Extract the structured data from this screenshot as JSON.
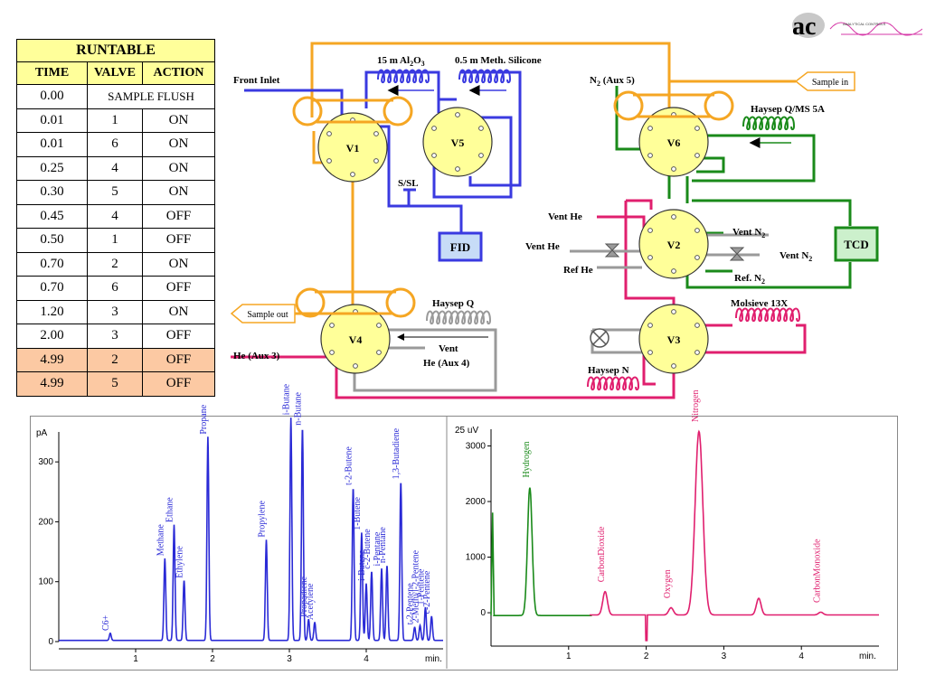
{
  "logo": {
    "text": "ac",
    "subtitle": "ANALYTICAL CONTROLS"
  },
  "runtable": {
    "title": "RUNTABLE",
    "headers": [
      "TIME",
      "VALVE",
      "ACTION"
    ],
    "rows": [
      {
        "time": "0.00",
        "span": "SAMPLE FLUSH",
        "highlight": false
      },
      {
        "time": "0.01",
        "valve": "1",
        "action": "ON",
        "highlight": false
      },
      {
        "time": "0.01",
        "valve": "6",
        "action": "ON",
        "highlight": false
      },
      {
        "time": "0.25",
        "valve": "4",
        "action": "ON",
        "highlight": false
      },
      {
        "time": "0.30",
        "valve": "5",
        "action": "ON",
        "highlight": false
      },
      {
        "time": "0.45",
        "valve": "4",
        "action": "OFF",
        "highlight": false
      },
      {
        "time": "0.50",
        "valve": "1",
        "action": "OFF",
        "highlight": false
      },
      {
        "time": "0.70",
        "valve": "2",
        "action": "ON",
        "highlight": false
      },
      {
        "time": "0.70",
        "valve": "6",
        "action": "OFF",
        "highlight": false
      },
      {
        "time": "1.20",
        "valve": "3",
        "action": "ON",
        "highlight": false
      },
      {
        "time": "2.00",
        "valve": "3",
        "action": "OFF",
        "highlight": false
      },
      {
        "time": "4.99",
        "valve": "2",
        "action": "OFF",
        "highlight": true
      },
      {
        "time": "4.99",
        "valve": "5",
        "action": "OFF",
        "highlight": true
      }
    ]
  },
  "diagram": {
    "valves": {
      "v1": "V1",
      "v2": "V2",
      "v3": "V3",
      "v4": "V4",
      "v5": "V5",
      "v6": "V6"
    },
    "detectors": {
      "fid": "FID",
      "tcd": "TCD"
    },
    "labels": {
      "front_inlet": "Front Inlet",
      "col_al2o3_prefix": "15 m Al",
      "col_al2o3_sub1": "2",
      "col_al2o3_mid": "O",
      "col_al2o3_sub2": "3",
      "col_meth_silicone": "0.5 m Meth. Silicone",
      "n2_aux5_prefix": "N",
      "n2_aux5_sub": "2",
      "n2_aux5_suffix": " (Aux 5)",
      "sample_in": "Sample in",
      "haysep_qms5a": "Haysep Q/MS 5A",
      "s_sl": "S/SL",
      "vent_he_1": "Vent He",
      "vent_he_2": "Vent He",
      "ref_he": "Ref He",
      "vent_n2_1_prefix": "Vent N",
      "vent_n2_1_sub": "2",
      "vent_n2_2_prefix": "Vent N",
      "vent_n2_2_sub": "2",
      "ref_n2_prefix": "Ref. N",
      "ref_n2_sub": "2",
      "sample_out": "Sample out",
      "haysep_q": "Haysep Q",
      "vent": "Vent",
      "he_aux4": "He (Aux 4)",
      "he_aux3": "He (Aux 3)",
      "molsieve": "Molsieve 13X",
      "haysep_n": "Haysep N"
    },
    "colors": {
      "blue": "#3a3ae0",
      "orange": "#f5a623",
      "green": "#1a8a1a",
      "pink": "#e01f6e",
      "gray": "#9a9a9a",
      "valve_fill": "#ffff99"
    }
  },
  "chart_data": [
    {
      "type": "line",
      "title": "",
      "ylabel": "pA",
      "xlabel": "min.",
      "xlim": [
        0,
        5
      ],
      "ylim": [
        0,
        350
      ],
      "xticks": [
        1,
        2,
        3,
        4
      ],
      "yticks": [
        0,
        100,
        200,
        300
      ],
      "color": "#2a2ad6",
      "peaks": [
        {
          "name": "C6+",
          "x": 0.67,
          "y": 12
        },
        {
          "name": "Methane",
          "x": 1.38,
          "y": 137
        },
        {
          "name": "Ethane",
          "x": 1.5,
          "y": 193
        },
        {
          "name": "Ethylene",
          "x": 1.63,
          "y": 100
        },
        {
          "name": "Propane",
          "x": 1.94,
          "y": 340
        },
        {
          "name": "Propylene",
          "x": 2.7,
          "y": 168
        },
        {
          "name": "i-Butane",
          "x": 3.02,
          "y": 372
        },
        {
          "name": "n-Butane",
          "x": 3.17,
          "y": 355
        },
        {
          "name": "Propadiene",
          "x": 3.25,
          "y": 35
        },
        {
          "name": "Acetylene",
          "x": 3.33,
          "y": 30
        },
        {
          "name": "t-2-Butene",
          "x": 3.83,
          "y": 255
        },
        {
          "name": "1-Butene",
          "x": 3.94,
          "y": 180
        },
        {
          "name": "i-Butene",
          "x": 4.0,
          "y": 95
        },
        {
          "name": "c-2-Butene",
          "x": 4.07,
          "y": 115
        },
        {
          "name": "i-Pentane",
          "x": 4.2,
          "y": 120
        },
        {
          "name": "n-Pentane",
          "x": 4.27,
          "y": 125
        },
        {
          "name": "1,3-Butadiene",
          "x": 4.45,
          "y": 265
        },
        {
          "name": "t-2-Pentene",
          "x": 4.63,
          "y": 22
        },
        {
          "name": "2-Methyl-2-Pentene",
          "x": 4.7,
          "y": 25
        },
        {
          "name": "1-Pentene",
          "x": 4.77,
          "y": 55
        },
        {
          "name": "c-2-Pentene",
          "x": 4.85,
          "y": 40
        }
      ]
    },
    {
      "type": "line",
      "title": "",
      "ylabel": "25 uV",
      "xlabel": "min.",
      "xlim": [
        0,
        5
      ],
      "ylim": [
        -600,
        3300
      ],
      "xticks": [
        1,
        2,
        3,
        4
      ],
      "yticks": [
        0,
        1000,
        2000,
        3000
      ],
      "series": [
        {
          "name": "Hydrogen",
          "color": "#1a8a1a",
          "x": 0.5,
          "y": 2300
        },
        {
          "name": "CarbonDioxide",
          "color": "#e01f6e",
          "x": 1.47,
          "y": 420
        },
        {
          "name": "Oxygen",
          "color": "#e01f6e",
          "x": 2.32,
          "y": 130
        },
        {
          "name": "Nitrogen",
          "color": "#e01f6e",
          "x": 2.68,
          "y": 3300
        },
        {
          "name": "",
          "color": "#e01f6e",
          "x": 3.45,
          "y": 300
        },
        {
          "name": "CarbonMonoxide",
          "color": "#e01f6e",
          "x": 4.25,
          "y": 50
        }
      ]
    }
  ]
}
